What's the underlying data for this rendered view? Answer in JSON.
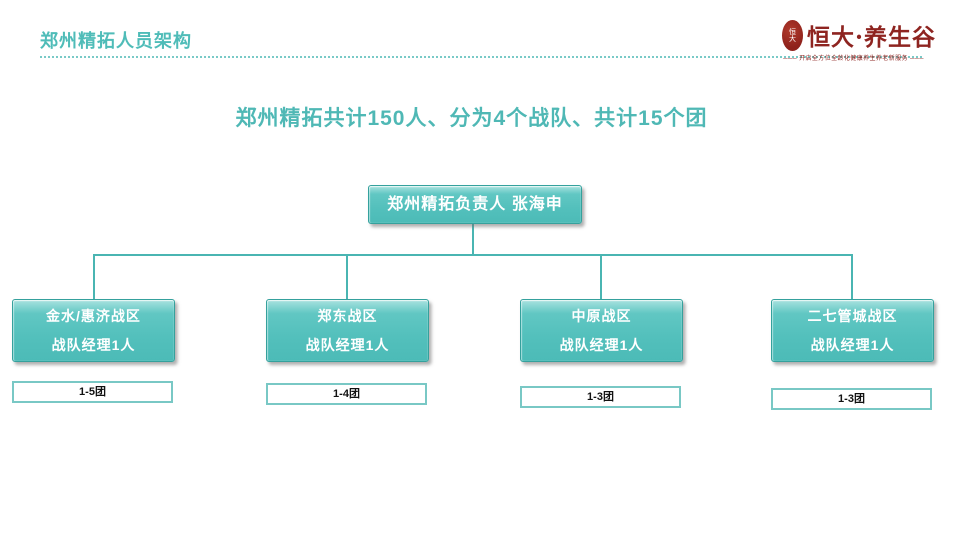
{
  "slide": {
    "title": "郑州精拓人员架构",
    "heading": "郑州精拓共计150人、分为4个战队、共计15个团"
  },
  "logo": {
    "seal_text": "恒大",
    "brand": "恒大·养生谷",
    "tagline": "─── 开启全方位全龄化健康养生养老新服务 ───",
    "brand_color": "#8e2420"
  },
  "org_chart": {
    "type": "org-tree",
    "root": {
      "label": "郑州精拓负责人 张海申"
    },
    "teams": [
      {
        "region": "金水/惠济战区",
        "manager": "战队经理1人",
        "groups": "1-5团"
      },
      {
        "region": "郑东战区",
        "manager": "战队经理1人",
        "groups": "1-4团"
      },
      {
        "region": "中原战区",
        "manager": "战队经理1人",
        "groups": "1-3团"
      },
      {
        "region": "二七管城战区",
        "manager": "战队经理1人",
        "groups": "1-3团"
      }
    ]
  },
  "colors": {
    "accent_teal": "#4fbcb8",
    "box_fill": "#53c0bc",
    "box_border": "#35a19d",
    "connector": "#4ab5b2",
    "group_border": "#79c8c5",
    "brand_red": "#8e2420"
  }
}
